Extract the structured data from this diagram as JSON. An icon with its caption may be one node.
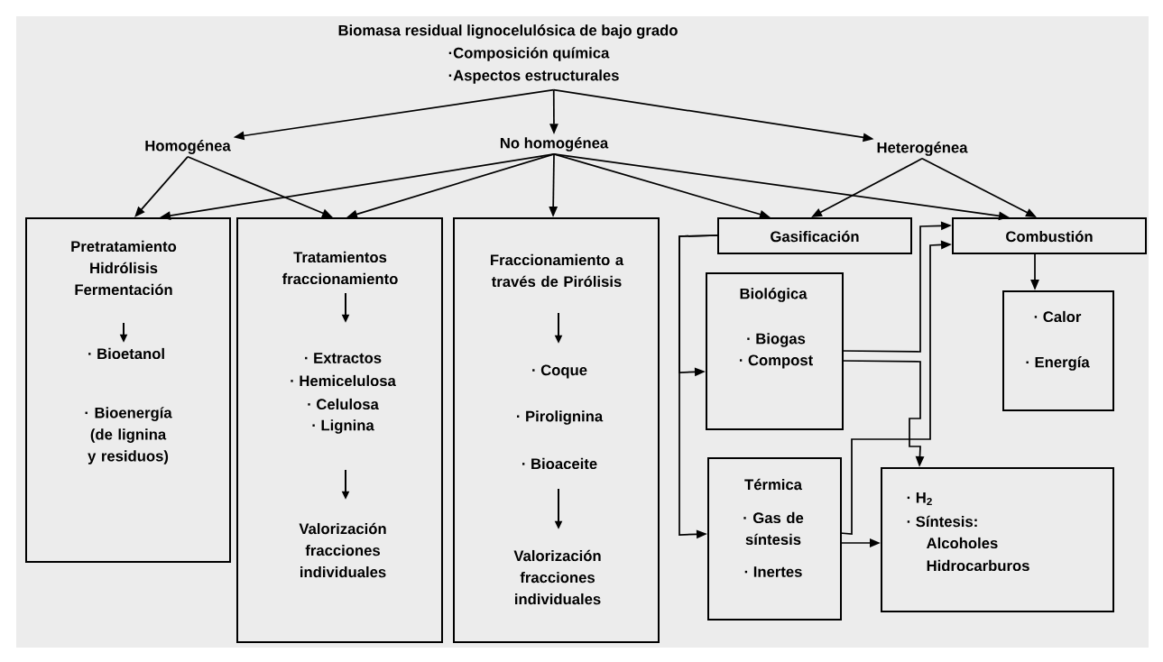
{
  "diagram": {
    "nodes": [
      {
        "text": [
          "Biomasa residual lignocelulósica de bajo grado",
          "·Composición química",
          "·Aspectos estructurales"
        ]
      },
      {
        "text": [
          "Homogénea"
        ]
      },
      {
        "text": [
          "No homogénea"
        ]
      },
      {
        "text": [
          "Heterogénea"
        ]
      },
      {
        "text": [
          "Pretratamiento Hidrólisis Fermentación",
          "· Bioetanol",
          "· Bioenergía (de lignina y residuos)"
        ]
      },
      {
        "text": [
          "Tratamientos fraccionamiento",
          "· Extractos",
          "· Hemicelulosa",
          "· Celulosa",
          "· Lignina",
          "Valorización fracciones individuales"
        ]
      },
      {
        "text": [
          "Fraccionamiento a través de Pirólisis",
          "· Coque",
          "· Pirolignina",
          "· Bioaceite",
          "Valorización fracciones individuales"
        ]
      },
      {
        "text": [
          "Gasificación"
        ]
      },
      {
        "text": [
          "Combustión"
        ]
      },
      {
        "text": [
          "Biológica",
          "· Biogas",
          "· Compost"
        ]
      },
      {
        "text": [
          "· Calor",
          "· Energía"
        ]
      },
      {
        "text": [
          "Térmica",
          "· Gas de síntesis",
          "· Inertes"
        ]
      },
      {
        "text": [
          "· H$_{2}$",
          "· Síntesis:",
          "Alcoholes",
          "Hidrocarburos"
        ]
      }
    ],
    "edges": [
      {
        "from": 0,
        "to": 1,
        "arrow": "to"
      },
      {
        "from": 0,
        "to": 2,
        "arrow": "to"
      },
      {
        "from": 0,
        "to": 3,
        "arrow": "to"
      },
      {
        "from": 1,
        "to": 4,
        "arrow": "to"
      },
      {
        "from": 1,
        "to": 5,
        "arrow": "to"
      },
      {
        "from": 2,
        "to": 4,
        "arrow": "to"
      },
      {
        "from": 2,
        "to": 5,
        "arrow": "to"
      },
      {
        "from": 2,
        "to": 6,
        "arrow": "to"
      },
      {
        "from": 2,
        "to": 7,
        "arrow": "to"
      },
      {
        "from": 2,
        "to": 8,
        "arrow": "to"
      },
      {
        "from": 3,
        "to": 7,
        "arrow": "to"
      },
      {
        "from": 3,
        "to": 8,
        "arrow": "to"
      },
      {
        "from": 7,
        "to": 9,
        "arrow": "to"
      },
      {
        "from": 7,
        "to": 11,
        "arrow": "to"
      },
      {
        "from": 9,
        "to": 8,
        "arrow": "to"
      },
      {
        "from": 9,
        "to": 12,
        "arrow": "to"
      },
      {
        "from": 11,
        "to": 8,
        "arrow": "to"
      },
      {
        "from": 11,
        "to": 12,
        "arrow": "to"
      },
      {
        "from": 8,
        "to": 10,
        "arrow": "to"
      }
    ]
  }
}
